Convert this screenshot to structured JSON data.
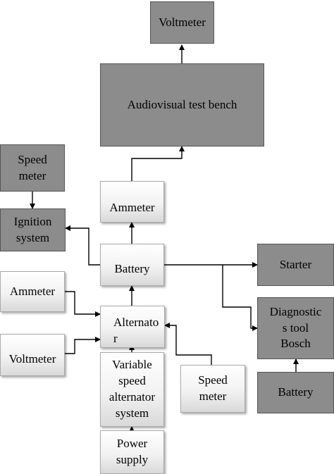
{
  "diagram": {
    "nodes": {
      "voltmeter_top": "Voltmeter",
      "audiovisual_bench": "Audiovisual test bench",
      "speed_meter_left": "Speed\nmeter",
      "ignition_system": "Ignition\nsystem",
      "ammeter_top": "Ammeter",
      "battery_center": "Battery",
      "starter": "Starter",
      "ammeter_left": "Ammeter",
      "alternator": "Alternato\nr",
      "diagnostics_tool": "Diagnostic\ns tool\nBosch",
      "voltmeter_left": "Voltmeter",
      "variable_speed_alternator_system": "Variable\nspeed\nalternator\nsystem",
      "speed_meter_right": "Speed\nmeter",
      "battery_right": "Battery",
      "power_supply": "Power\nsupply"
    },
    "colors": {
      "dark_box": "#8c8c8c",
      "light_box": "#f2f2f2",
      "line": "#000000"
    }
  }
}
